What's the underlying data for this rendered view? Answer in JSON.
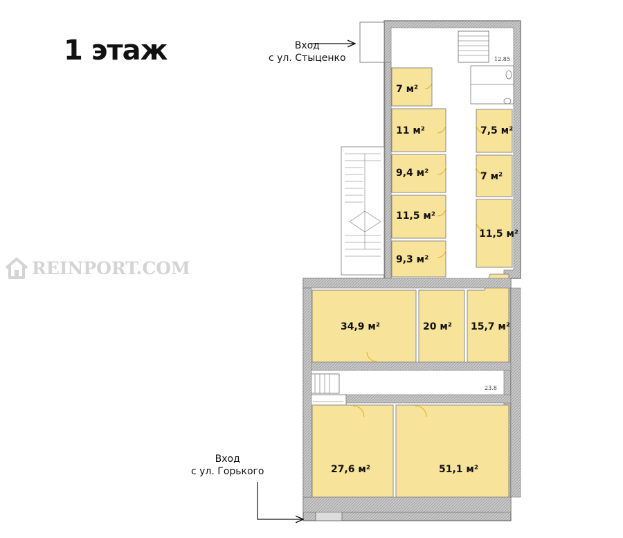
{
  "floor_title": "1 этаж",
  "entrances": {
    "north": {
      "line1": "Вход",
      "line2": "с ул. Стыценко"
    },
    "south": {
      "line1": "Вход",
      "line2": "с ул. Горького"
    }
  },
  "watermark": "REINPORT.COM",
  "dimensions": {
    "top": "12.85",
    "middle": "23.8"
  },
  "rooms": [
    {
      "id": "r1",
      "label": "7 м²"
    },
    {
      "id": "r2",
      "label": "11 м²"
    },
    {
      "id": "r3",
      "label": "9,4 м²"
    },
    {
      "id": "r4",
      "label": "11,5 м²"
    },
    {
      "id": "r5",
      "label": "9,3 м²"
    },
    {
      "id": "r6",
      "label": "7,5 м²"
    },
    {
      "id": "r7",
      "label": "7 м²"
    },
    {
      "id": "r8",
      "label": "11,5 м²"
    },
    {
      "id": "r9",
      "label": "34,9 м²"
    },
    {
      "id": "r10",
      "label": "20 м²"
    },
    {
      "id": "r11",
      "label": "15,7 м²"
    },
    {
      "id": "r12",
      "label": "27,6 м²"
    },
    {
      "id": "r13",
      "label": "51,1 м²"
    }
  ],
  "colors": {
    "room_fill": "#f8e39a",
    "wall": "#6d6d6d",
    "wall_fill": "#bdbdbd",
    "corridor": "#ffffff"
  }
}
